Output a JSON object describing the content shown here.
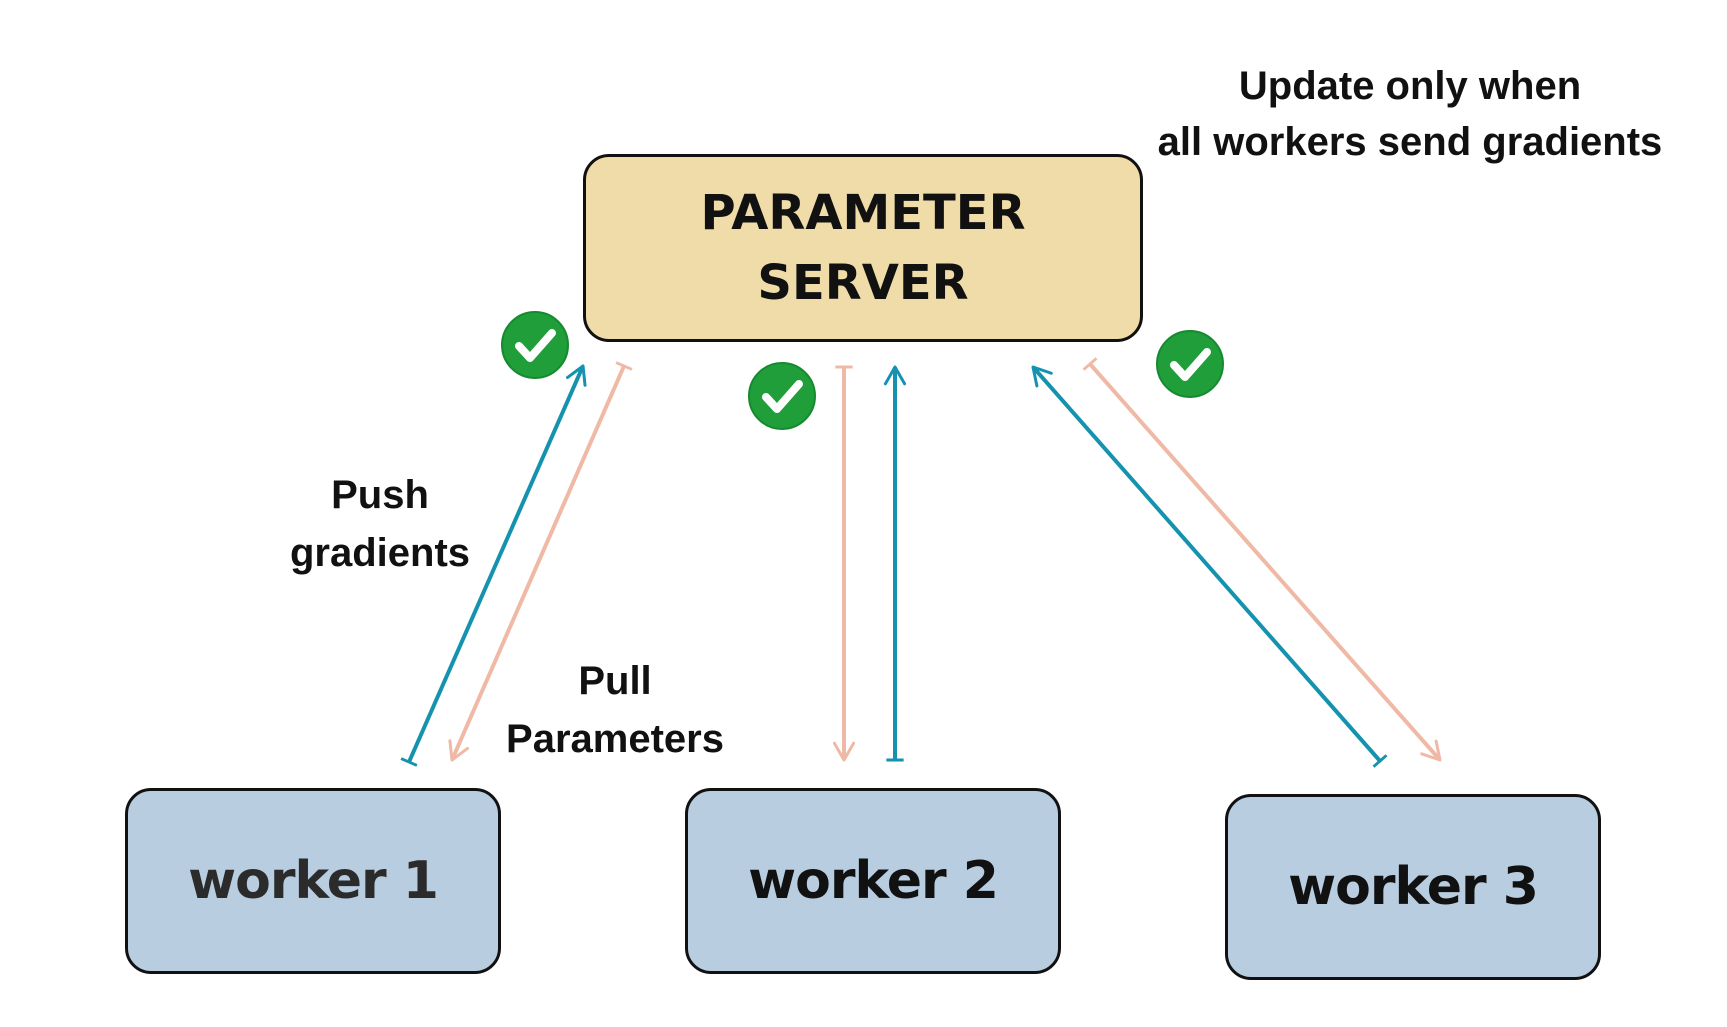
{
  "server": {
    "line1": "PARAMETER",
    "line2": "SERVER"
  },
  "workers": [
    {
      "label": "worker 1"
    },
    {
      "label": "worker 2"
    },
    {
      "label": "worker 3"
    }
  ],
  "notes": {
    "update_line1": "Update only when",
    "update_line2": "all workers send gradients",
    "push_line1": "Push",
    "push_line2": "gradients",
    "pull_line1": "Pull",
    "pull_line2": "Parameters"
  },
  "colors": {
    "server_fill": "#f0dca8",
    "worker_fill": "#b8cde0",
    "push_arrow": "#1592ae",
    "pull_arrow": "#efb9a6",
    "check_badge": "#1f9e3a"
  },
  "icons": {
    "check": "check-circle-icon"
  }
}
